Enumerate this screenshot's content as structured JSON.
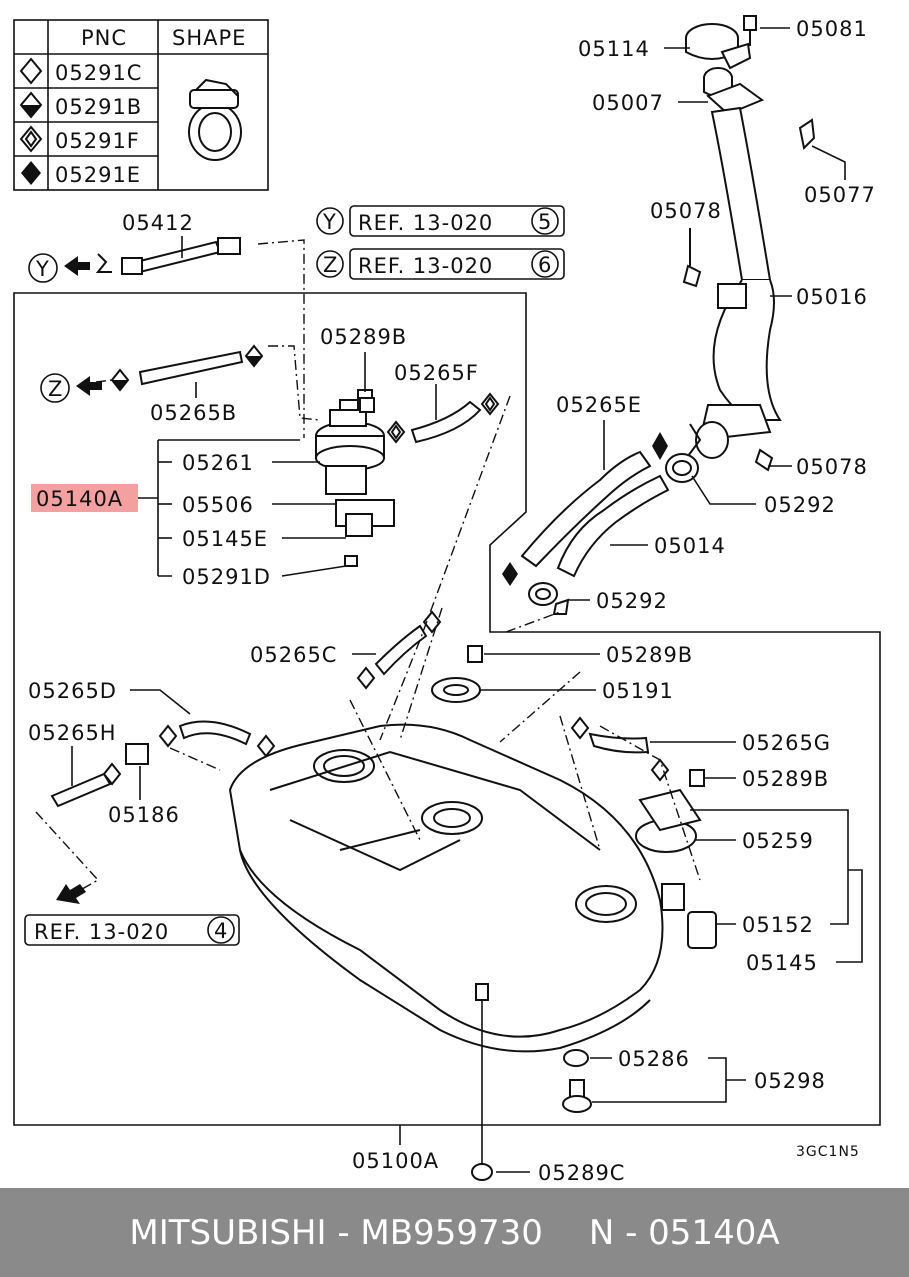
{
  "legend": {
    "headers": {
      "pnc": "PNC",
      "shape": "SHAPE"
    },
    "rows": [
      {
        "symbol": "diamond-outline-icon",
        "code": "05291C"
      },
      {
        "symbol": "diamond-half-icon",
        "code": "05291B"
      },
      {
        "symbol": "diamond-cross-icon",
        "code": "05291F"
      },
      {
        "symbol": "diamond-filled-icon",
        "code": "05291E"
      }
    ]
  },
  "references": {
    "y_marker": "Y",
    "z_marker": "Z",
    "ref_y_text": "REF. 13-020",
    "ref_y_num": "5",
    "ref_z_text": "REF. 13-020",
    "ref_z_num": "6",
    "ref_bottom_text": "REF. 13-020",
    "ref_bottom_num": "4"
  },
  "part_labels": {
    "p05081": "05081",
    "p05114": "05114",
    "p05007": "05007",
    "p05077": "05077",
    "p05078_top": "05078",
    "p05016": "05016",
    "p05078_mid": "05078",
    "p05292_a": "05292",
    "p05265E": "05265E",
    "p05014": "05014",
    "p05292_b": "05292",
    "p05412": "05412",
    "p05289B_a": "05289B",
    "p05265F": "05265F",
    "p05265B": "05265B",
    "p05261": "05261",
    "p05140A": "05140A",
    "p05506": "05506",
    "p05145E": "05145E",
    "p05291D": "05291D",
    "p05265C": "05265C",
    "p05289B_b": "05289B",
    "p05191": "05191",
    "p05265D": "05265D",
    "p05265H": "05265H",
    "p05186": "05186",
    "p05265G": "05265G",
    "p05289B_c": "05289B",
    "p05259": "05259",
    "p05152": "05152",
    "p05145": "05145",
    "p05286": "05286",
    "p05298": "05298",
    "p05100A": "05100A",
    "p05289C": "05289C",
    "diagram_code": "3GC1N5"
  },
  "highlight_color": "#f4a0a0",
  "footer": {
    "brand_part": "MITSUBISHI - MB959730",
    "pnc_part": "N - 05140A"
  }
}
